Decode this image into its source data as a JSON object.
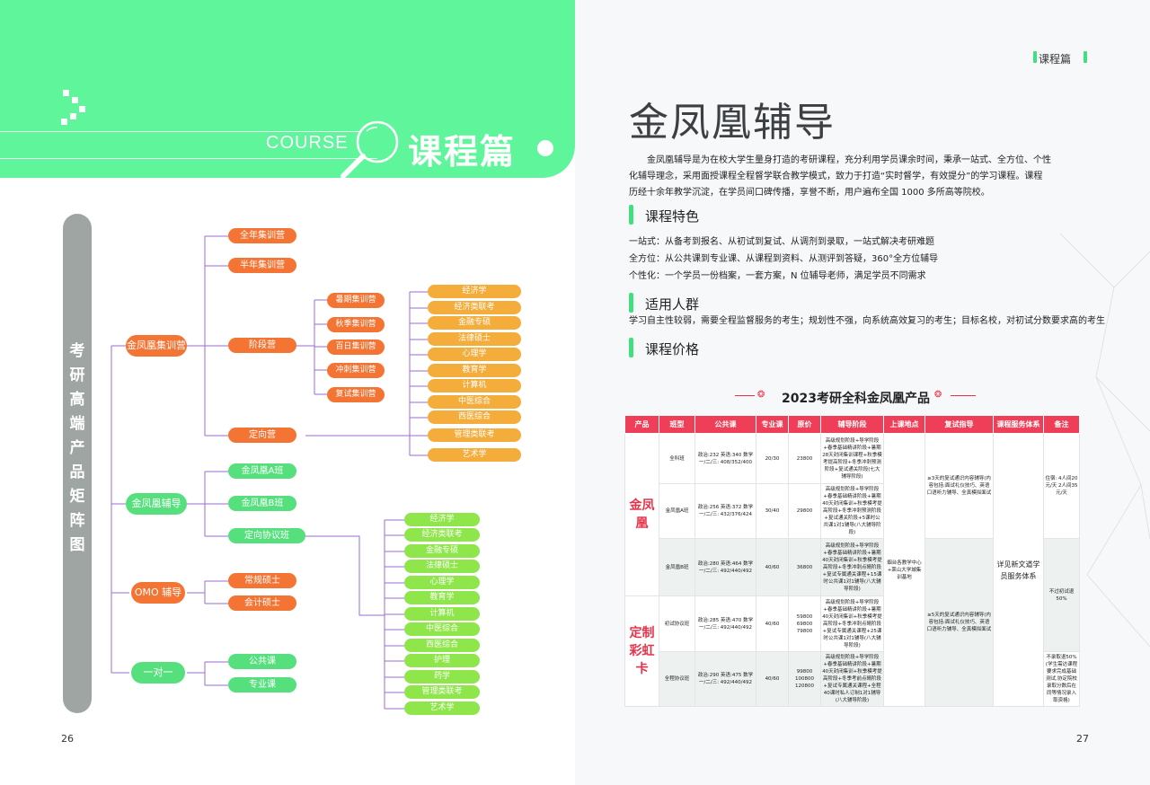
{
  "left_page": {
    "course_label": "COURSE",
    "band_title": "课程篇",
    "vertical_title": "考研高端产品矩阵图",
    "page_number": "26",
    "mindmap": {
      "branch1": {
        "label": "金凤凰集训营",
        "children": [
          "全年集训营",
          "半年集训营",
          "阶段营",
          "定向营"
        ]
      },
      "stage_camps": [
        "暑期集训营",
        "秋季集训营",
        "百日集训营",
        "冲刺集训营",
        "复试集训营"
      ],
      "subjects_a": [
        "经济学",
        "经济类联考",
        "金融专硕",
        "法律硕士",
        "心理学",
        "教育学",
        "计算机",
        "中医综合",
        "西医综合",
        "管理类联考",
        "艺术学"
      ],
      "branch2": {
        "label": "金凤凰辅导",
        "children": [
          "金凤凰A班",
          "金凤凰B班",
          "定向协议班"
        ]
      },
      "subjects_b": [
        "经济学",
        "经济类联考",
        "金融专硕",
        "法律硕士",
        "心理学",
        "教育学",
        "计算机",
        "中医综合",
        "西医综合",
        "护理",
        "药学",
        "管理类联考",
        "艺术学"
      ],
      "branch3": {
        "label": "OMO 辅导",
        "children": [
          "常规硕士",
          "会计硕士"
        ]
      },
      "branch4": {
        "label": "一对一",
        "children": [
          "公共课",
          "专业课"
        ]
      }
    }
  },
  "right_page": {
    "section_tag": "课程篇",
    "title": "金凤凰辅导",
    "intro": "金凤凰辅导是为在校大学生量身打造的考研课程，充分利用学员课余时间，秉承一站式、全方位、个性化辅导理念，采用面授课程全程督学联合教学模式，致力于打造“实时督学，有效提分”的学习课程。课程历经十余年教学沉淀，在学员间口碑传播，享誉不断，用户遍布全国 1000 多所高等院校。",
    "features_title": "课程特色",
    "features": [
      "一站式：从备考到报名、从初试到复试、从调剂到录取，一站式解决考研难题",
      "全方位：从公共课到专业课、从课程到资料、从测评到答疑，360°全方位辅导",
      "个性化：一个学员一份档案，一套方案，N 位辅导老师，满足学员不同需求"
    ],
    "audience_title": "适用人群",
    "audience": "学习自主性较弱，需要全程监督服务的考生；规划性不强，向系统高效复习的考生；目标名校，对初试分数要求高的考生",
    "price_title": "课程价格",
    "table_title": "2023考研全科金凤凰产品",
    "page_number": "27",
    "table": {
      "headers": [
        "产品",
        "班型",
        "公共课",
        "专业课",
        "原价",
        "辅导阶段",
        "上课地点",
        "复试指导",
        "课程服务体系",
        "备注"
      ],
      "group1": "金凤凰",
      "group2": "定制彩虹卡",
      "rows": [
        {
          "cls": "全科班",
          "pub": "政治:232 英语:340 数学一/二/三: 408/352/400",
          "pro": "20/30",
          "price": "23800",
          "stage": "高级规划阶段+导学阶段+春季基础精讲阶段+暑期28天封闭集训课程+秋季模考提高阶段+冬季冲刺预测阶段+复试通关阶段(七大辅导阶段)"
        },
        {
          "cls": "金凤凰A班",
          "pub": "政治:256 英语:372 数学一/二/三: 432/376/424",
          "pro": "30/40",
          "price": "29800",
          "stage": "高级规划阶段+导学阶段+春季基础精讲阶段+暑期40天封闭集训+秋季模考提高阶段+冬季冲刺预测阶段+复试通关阶段+5课时公共课1对1辅导(八大辅导阶段)"
        },
        {
          "cls": "金凤凰B班",
          "pub": "政治:280 英语:464 数学一/二/三: 492/440/492",
          "pro": "40/60",
          "price": "36800",
          "stage": "高级规划阶段+导学阶段+春季基础精讲阶段+暑期40天封闭集训+秋季模考提高阶段+冬季冲刺点睛阶段+复试专属通关课程+15课时公共课1对1辅导(八大辅导阶段)"
        },
        {
          "cls": "初试协议班",
          "pub": "政治:285 英语:470 数学一/二/三: 492/440/492",
          "pro": "40/60",
          "price": "59800 69800 79800",
          "stage": "高级规划阶段+导学阶段+春季基础精讲阶段+暑期40天封闭集训+秋季模考提高阶段+冬季冲刺点睛阶段+复试专属通关课程+25课时公共课1对1辅导(八大辅导阶段)"
        },
        {
          "cls": "全程协议班",
          "pub": "政治:290 英语:475 数学一/二/三: 492/440/492",
          "pro": "40/60",
          "price": "99800 100800 120800",
          "stage": "高级规划阶段+导学阶段+春季基础精讲阶段+暑期40天封闭集训+秋季模考提高阶段+冬季考前点睛阶段+复试专属通关课程+全程40课时私人订制1对1辅导(八大辅导阶段)"
        }
      ],
      "location": "烟台各教学中心+莱山大学城集训基地",
      "retest1": "≥3天的复试通识内容辅导(内容包括:面试礼仪技巧、英语口语听力辅导、全真模拟面试",
      "retest2": "≥5天的复试通识内容辅导(内容包括:面试礼仪技巧、英语口语听力辅导、全真模拟面试",
      "service": "详见新文道学员服务体系",
      "note1": "住宿: 4人间20元/天 2人间35元/天",
      "note2": "不过初试退50%",
      "note3": "不录取退50%(学生需达课程要求完成基础测试,协定院校录取分数后在同等情况录入取资格)"
    }
  },
  "colors": {
    "green": "#5ff59b",
    "orange": "#f47433",
    "yellow": "#f4ac3b",
    "lime": "#8ee64a",
    "red": "#ef3f58",
    "purple_line": "#9b6bd6"
  }
}
